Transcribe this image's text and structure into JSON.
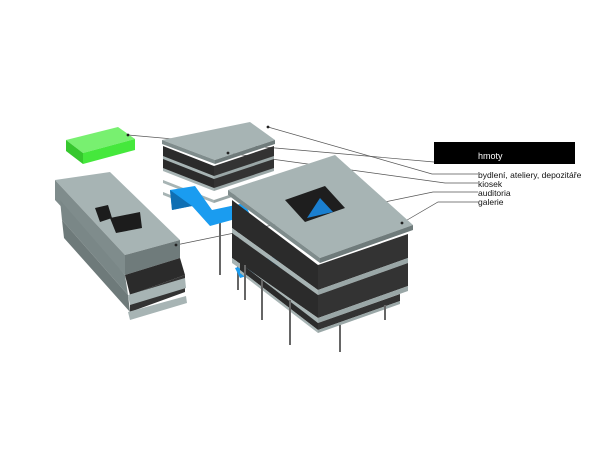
{
  "header": {
    "title": "hmoty"
  },
  "legend": {
    "items": [
      {
        "label": "bydlení, ateliery, depozitáře"
      },
      {
        "label": "kiosek"
      },
      {
        "label": "auditoria"
      },
      {
        "label": "galerie"
      }
    ]
  },
  "colors": {
    "slab": "#a7b4b4",
    "slab_side": "#7f8c8c",
    "void": "#2b2b2b",
    "accent_blue": "#1a9cf0",
    "accent_green": "#45e83c",
    "leader_line": "#555555"
  }
}
